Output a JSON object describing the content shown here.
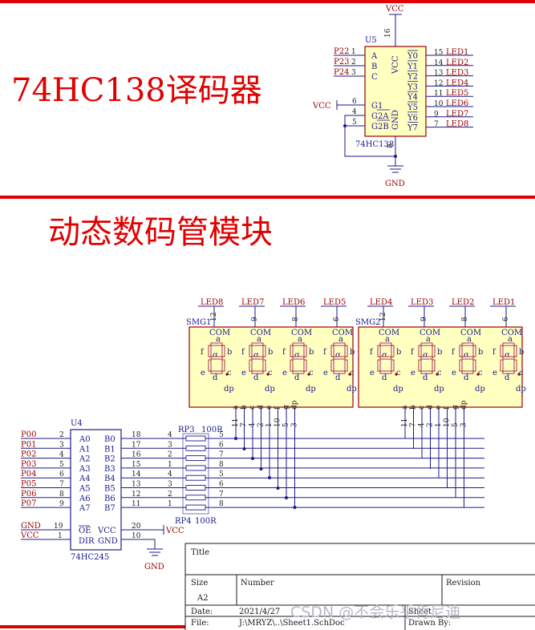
{
  "section1": {
    "title": "74HC138译码器",
    "chip": {
      "ref": "U5",
      "name": "74HC138",
      "inputs": [
        {
          "net": "P22",
          "pin": "1",
          "name": "A"
        },
        {
          "net": "P23",
          "pin": "2",
          "name": "B"
        },
        {
          "net": "P24",
          "pin": "3",
          "name": "C"
        }
      ],
      "enables": [
        {
          "pin": "6",
          "name": "G1",
          "net": "VCC"
        },
        {
          "pin": "4",
          "name": "G2A",
          "net": ""
        },
        {
          "pin": "5",
          "name": "G2B",
          "net": ""
        }
      ],
      "vcc_pin": "16",
      "vcc_name": "VCC",
      "gnd_pin": "8",
      "gnd_name": "GND",
      "outputs": [
        {
          "name": "Y0",
          "pin": "15",
          "net": "LED1"
        },
        {
          "name": "Y1",
          "pin": "14",
          "net": "LED2"
        },
        {
          "name": "Y2",
          "pin": "13",
          "net": "LED3"
        },
        {
          "name": "Y3",
          "pin": "12",
          "net": "LED4"
        },
        {
          "name": "Y4",
          "pin": "11",
          "net": "LED5"
        },
        {
          "name": "Y5",
          "pin": "10",
          "net": "LED6"
        },
        {
          "name": "Y6",
          "pin": "9",
          "net": "LED7"
        },
        {
          "name": "Y7",
          "pin": "7",
          "net": "LED8"
        }
      ]
    },
    "vcc_label": "VCC",
    "gnd_label": "GND"
  },
  "section2": {
    "title": "动态数码管模块",
    "displays": [
      {
        "ref": "SMG1",
        "digits": [
          {
            "net": "LED8",
            "pin": "12"
          },
          {
            "net": "LED7",
            "pin": "9"
          },
          {
            "net": "LED6",
            "pin": "8"
          },
          {
            "net": "LED5",
            "pin": "6"
          }
        ]
      },
      {
        "ref": "SMG2",
        "digits": [
          {
            "net": "LED4",
            "pin": "12"
          },
          {
            "net": "LED3",
            "pin": "9"
          },
          {
            "net": "LED2",
            "pin": "8"
          },
          {
            "net": "LED1",
            "pin": "6"
          }
        ]
      }
    ],
    "com_label": "COM",
    "segment_letters": {
      "a": "a",
      "b": "b",
      "c": "c",
      "d": "d",
      "e": "e",
      "f": "f",
      "g": "g",
      "dp": "dp"
    },
    "seg_pins": [
      {
        "seg": "a",
        "pin": "11"
      },
      {
        "seg": "b",
        "pin": "7"
      },
      {
        "seg": "c",
        "pin": "4"
      },
      {
        "seg": "d",
        "pin": "2"
      },
      {
        "seg": "e",
        "pin": "1"
      },
      {
        "seg": "f",
        "pin": "10"
      },
      {
        "seg": "g",
        "pin": "5"
      },
      {
        "seg": "dp",
        "pin": "3"
      }
    ],
    "buffer": {
      "ref": "U4",
      "name": "74HC245",
      "rows": [
        {
          "net": "P00",
          "pin": "2",
          "a": "A0",
          "b": "B0",
          "bpin": "18"
        },
        {
          "net": "P01",
          "pin": "3",
          "a": "A1",
          "b": "B1",
          "bpin": "17"
        },
        {
          "net": "P02",
          "pin": "4",
          "a": "A2",
          "b": "B2",
          "bpin": "16"
        },
        {
          "net": "P03",
          "pin": "5",
          "a": "A3",
          "b": "B3",
          "bpin": "15"
        },
        {
          "net": "P04",
          "pin": "6",
          "a": "A4",
          "b": "B4",
          "bpin": "14"
        },
        {
          "net": "P05",
          "pin": "7",
          "a": "A5",
          "b": "B5",
          "bpin": "13"
        },
        {
          "net": "P06",
          "pin": "8",
          "a": "A6",
          "b": "B6",
          "bpin": "12"
        },
        {
          "net": "P07",
          "pin": "9",
          "a": "A7",
          "b": "B7",
          "bpin": "11"
        }
      ],
      "oe": {
        "net": "GND",
        "pin": "19",
        "name": "OE"
      },
      "dir": {
        "net": "VCC",
        "pin": "1",
        "name": "DIR"
      },
      "vcc": {
        "pin": "20",
        "name": "VCC",
        "net": "VCC"
      },
      "gnd": {
        "pin": "10",
        "name": "GND",
        "net": "GND"
      }
    },
    "rp3": {
      "ref": "RP3",
      "value": "100R",
      "left": [
        "4",
        "3",
        "2",
        "1"
      ],
      "right": [
        "5",
        "6",
        "7",
        "8"
      ]
    },
    "rp4": {
      "ref": "RP4",
      "value": "100R",
      "left": [
        "4",
        "3",
        "2",
        "1"
      ],
      "right": [
        "5",
        "6",
        "7",
        "8"
      ]
    }
  },
  "title_block": {
    "title_label": "Title",
    "size_label": "Size",
    "size_value": "A2",
    "number_label": "Number",
    "revision_label": "Revision",
    "date_label": "Date:",
    "date_value": "2021/4/27",
    "sheet_label": "Sheet",
    "file_label": "File:",
    "file_value": "J:\\MRYZ\\..\\Sheet1.SchDoc",
    "drawn_label": "Drawn By:"
  },
  "watermark": "CSDN @不会乐乎肯尼迪",
  "colors": {
    "divider": "#e00000",
    "wire": "#1a1a8c",
    "chip_fill": "#ffffc0",
    "chip_border": "#9b0000",
    "net": "#9b0000"
  }
}
